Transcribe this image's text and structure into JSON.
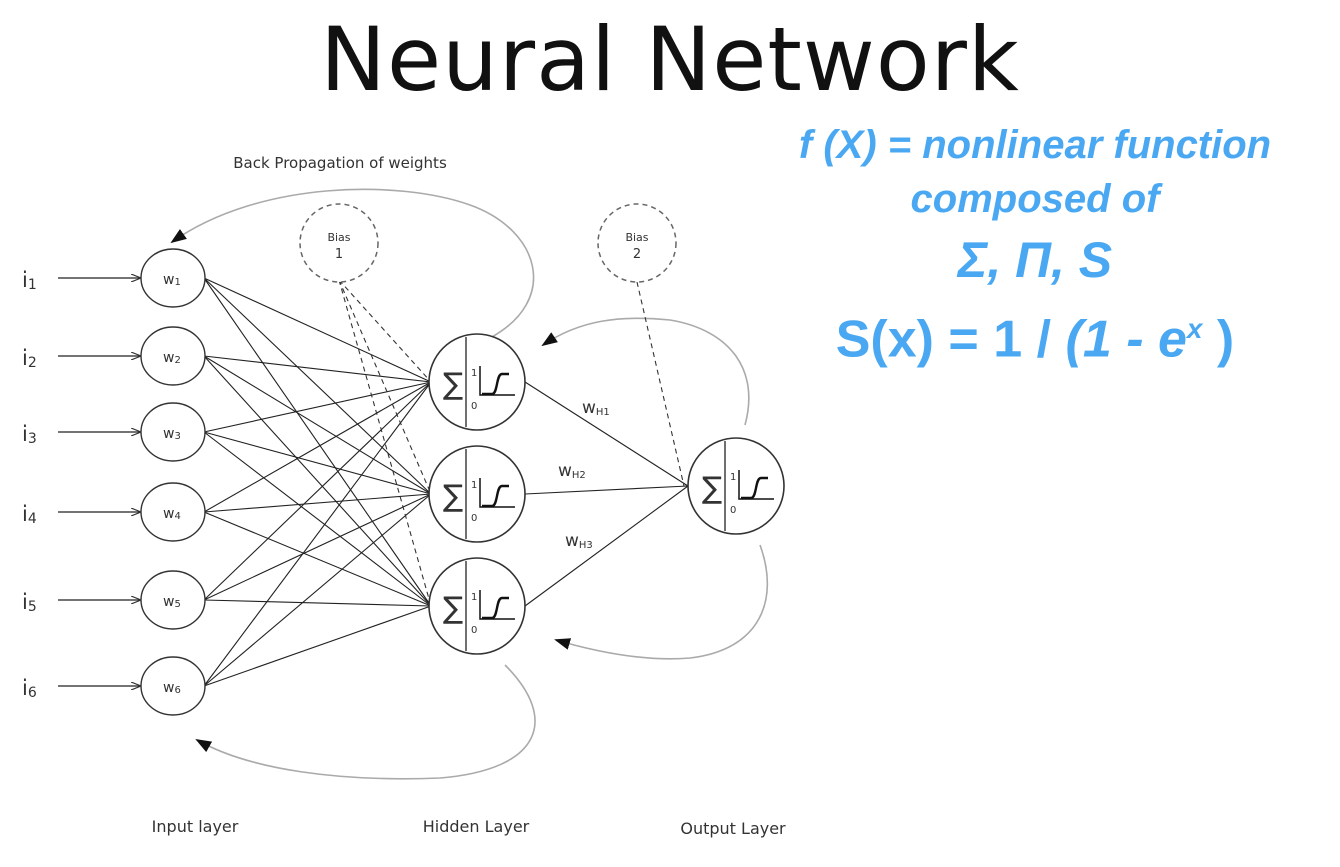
{
  "title": "Neural Network",
  "formula": {
    "line1_prefix": "f (X)",
    "line1_suffix": " = nonlinear function",
    "line2": "composed of",
    "line3": "Σ, Π, S",
    "line4_lhs": "S(x) = 1 / ",
    "line4_open": "(1 - e",
    "line4_sup": "x",
    "line4_close": " )"
  },
  "diagram": {
    "back_prop_label": "Back Propagation of weights",
    "inputs": [
      {
        "label": "i",
        "sub": "1",
        "weight": "w",
        "wsub": "1"
      },
      {
        "label": "i",
        "sub": "2",
        "weight": "w",
        "wsub": "2"
      },
      {
        "label": "i",
        "sub": "3",
        "weight": "w",
        "wsub": "3"
      },
      {
        "label": "i",
        "sub": "4",
        "weight": "w",
        "wsub": "4"
      },
      {
        "label": "i",
        "sub": "5",
        "weight": "w",
        "wsub": "5"
      },
      {
        "label": "i",
        "sub": "6",
        "weight": "w",
        "wsub": "6"
      }
    ],
    "bias1": {
      "label": "Bias",
      "num": "1"
    },
    "bias2": {
      "label": "Bias",
      "num": "2"
    },
    "sum_symbol": "∑",
    "act_one": "1",
    "act_zero": "0",
    "hidden_weights": [
      {
        "label": "w",
        "sub": "H1"
      },
      {
        "label": "w",
        "sub": "H2"
      },
      {
        "label": "w",
        "sub": "H3"
      }
    ],
    "layer_labels": {
      "input": "Input layer",
      "hidden": "Hidden Layer",
      "output": "Output Layer"
    }
  }
}
